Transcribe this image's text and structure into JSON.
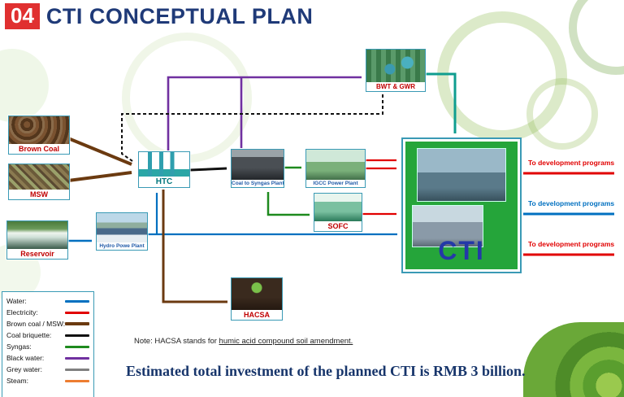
{
  "title": {
    "number": "04",
    "text": "CTI CONCEPTUAL PLAN"
  },
  "nodes": {
    "brown_coal": {
      "label": "Brown Coal"
    },
    "msw": {
      "label": "MSW"
    },
    "reservoir": {
      "label": "Reservoir"
    },
    "htc": {
      "label": "HTC"
    },
    "coal_to_syngas": {
      "label": "Coal to Syngas Plant"
    },
    "igcc": {
      "label": "IGCC Power Plant"
    },
    "sofc": {
      "label": "SOFC"
    },
    "bwt_gwr": {
      "label": "BWT & GWR"
    },
    "hydro": {
      "label": "Hydro Powe Plant"
    },
    "hacsa": {
      "label": "HACSA"
    },
    "cti": {
      "label": "CTI"
    }
  },
  "outputs": {
    "top": "To development programs",
    "middle": "To development programs",
    "bottom": "To development programs"
  },
  "legend": {
    "items": [
      {
        "label": "Water:",
        "color": "#0070c0"
      },
      {
        "label": "Electricity:",
        "color": "#e10000"
      },
      {
        "label": "Brown coal / MSW:",
        "color": "#6b3a10"
      },
      {
        "label": "Coal briquette:",
        "color": "#111111"
      },
      {
        "label": "Syngas:",
        "color": "#1e8a1e"
      },
      {
        "label": "Black water:",
        "color": "#7030a0"
      },
      {
        "label": "Grey water:",
        "color": "#808080"
      },
      {
        "label": "Steam:",
        "color": "#ed7d31"
      }
    ]
  },
  "edges": [
    {
      "from": "Brown Coal",
      "to": "HTC",
      "type": "Brown coal / MSW"
    },
    {
      "from": "MSW",
      "to": "HTC",
      "type": "Brown coal / MSW"
    },
    {
      "from": "HTC",
      "to": "Coal to Syngas Plant",
      "type": "Coal briquette"
    },
    {
      "from": "Coal to Syngas Plant",
      "to": "IGCC Power Plant",
      "type": "Syngas"
    },
    {
      "from": "Coal to Syngas Plant",
      "to": "SOFC",
      "type": "Syngas"
    },
    {
      "from": "IGCC Power Plant",
      "to": "CTI",
      "type": "Electricity"
    },
    {
      "from": "SOFC",
      "to": "CTI",
      "type": "Electricity"
    },
    {
      "from": "Reservoir",
      "to": "Hydro Powe Plant",
      "type": "Water"
    },
    {
      "from": "Hydro Powe Plant",
      "to": "HTC",
      "type": "Water"
    },
    {
      "from": "Hydro Powe Plant",
      "to": "CTI",
      "type": "Water"
    },
    {
      "from": "HTC",
      "to": "HACSA",
      "type": "Brown coal / MSW"
    },
    {
      "from": "HTC",
      "to": "BWT & GWR",
      "type": "Black water"
    },
    {
      "from": "Coal to Syngas Plant",
      "to": "BWT & GWR",
      "type": "Black water"
    },
    {
      "from": "BWT & GWR",
      "to": "HTC",
      "type": "Steam (dashed)"
    },
    {
      "from": "BWT & GWR",
      "to": "CTI",
      "type": "Treated water"
    },
    {
      "from": "CTI",
      "to": "To development programs (top)",
      "type": "Electricity"
    },
    {
      "from": "CTI",
      "to": "To development programs (middle)",
      "type": "Water"
    },
    {
      "from": "CTI",
      "to": "To development programs (bottom)",
      "type": "Electricity"
    }
  ],
  "note": {
    "prefix": "Note: HACSA stands for ",
    "underlined": "humic acid compound soil amendment."
  },
  "footer": "Estimated total investment of the planned CTI is RMB 3 billion.",
  "colors": {
    "title": "#1f3a78",
    "slide_number_bg": "#e03030",
    "cti_green": "#25a53a",
    "cti_text": "#2438a8",
    "node_label_red": "#c00000",
    "node_label_blue": "#1f5aa8",
    "treated_water": "#0f9d8f"
  }
}
